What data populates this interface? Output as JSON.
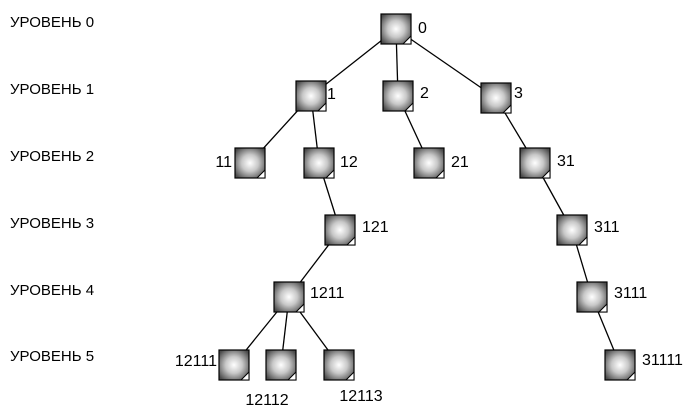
{
  "levels": [
    {
      "label": "УРОВЕНЬ 0"
    },
    {
      "label": "УРОВЕНЬ 1"
    },
    {
      "label": "УРОВЕНЬ 2"
    },
    {
      "label": "УРОВЕНЬ 3"
    },
    {
      "label": "УРОВЕНЬ 4"
    },
    {
      "label": "УРОВЕНЬ 5"
    }
  ],
  "nodes": [
    {
      "id": "0",
      "label": "0"
    },
    {
      "id": "1",
      "label": "1"
    },
    {
      "id": "2",
      "label": "2"
    },
    {
      "id": "3",
      "label": "3"
    },
    {
      "id": "11",
      "label": "11"
    },
    {
      "id": "12",
      "label": "12"
    },
    {
      "id": "21",
      "label": "21"
    },
    {
      "id": "31",
      "label": "31"
    },
    {
      "id": "121",
      "label": "121"
    },
    {
      "id": "311",
      "label": "311"
    },
    {
      "id": "1211",
      "label": "1211"
    },
    {
      "id": "3111",
      "label": "3111"
    },
    {
      "id": "12111",
      "label": "12111"
    },
    {
      "id": "12112",
      "label": "12112"
    },
    {
      "id": "12113",
      "label": "12113"
    },
    {
      "id": "31111",
      "label": "31111"
    }
  ],
  "edges": [
    [
      "0",
      "1"
    ],
    [
      "0",
      "2"
    ],
    [
      "0",
      "3"
    ],
    [
      "1",
      "11"
    ],
    [
      "1",
      "12"
    ],
    [
      "2",
      "21"
    ],
    [
      "3",
      "31"
    ],
    [
      "12",
      "121"
    ],
    [
      "31",
      "311"
    ],
    [
      "121",
      "1211"
    ],
    [
      "311",
      "3111"
    ],
    [
      "1211",
      "12111"
    ],
    [
      "1211",
      "12112"
    ],
    [
      "1211",
      "12113"
    ],
    [
      "3111",
      "31111"
    ]
  ]
}
